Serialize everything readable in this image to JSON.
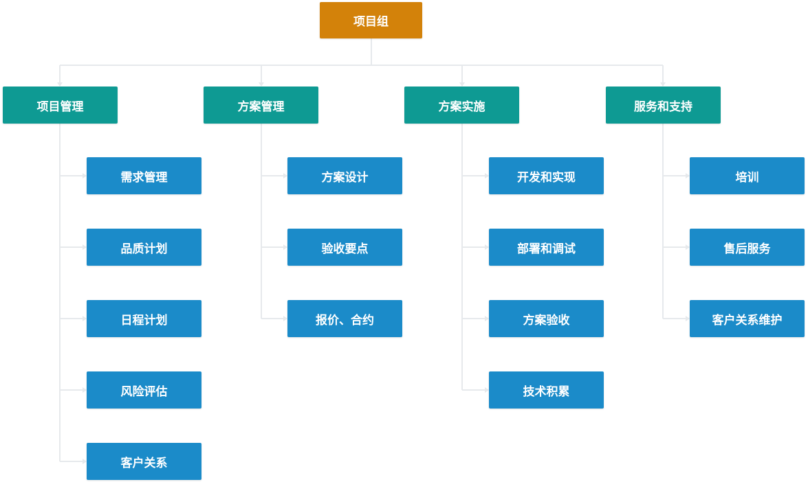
{
  "diagram": {
    "root": {
      "label": "项目组"
    },
    "categories": [
      {
        "label": "项目管理",
        "children": [
          "需求管理",
          "品质计划",
          "日程计划",
          "风险评估",
          "客户关系"
        ]
      },
      {
        "label": "方案管理",
        "children": [
          "方案设计",
          "验收要点",
          "报价、合约"
        ]
      },
      {
        "label": "方案实施",
        "children": [
          "开发和实现",
          "部署和调试",
          "方案验收",
          "技术积累"
        ]
      },
      {
        "label": "服务和支持",
        "children": [
          "培训",
          "售后服务",
          "客户关系维护"
        ]
      }
    ]
  },
  "colors": {
    "root": "#d3820a",
    "category": "#0e9a93",
    "leaf": "#1b8bc9",
    "connector": "#e6e9ec"
  }
}
